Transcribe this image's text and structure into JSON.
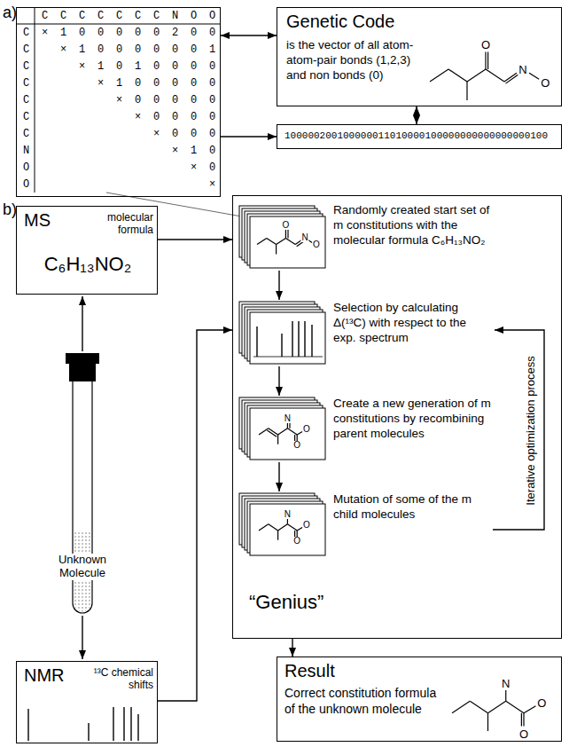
{
  "diagram": {
    "nodes": [
      {
        "text": [
          "C C C C C C C N O O",
          "C C C C C C C N O O",
          "1 0 0 0 0 0 2 0 0",
          "1 0 0 0 0 0 0 1",
          "1 0 1 0 0 0 0",
          "1 0 0 0 0 0",
          "0 0 0 0 0",
          "0 0 0 0",
          "0 0 0",
          "1 0",
          "0",
          "×",
          "×",
          "×",
          "×",
          "×",
          "×",
          "×",
          "×",
          "×",
          "×"
        ]
      },
      {
        "text": [
          "Genetic Code",
          "is the vector of all atom-atom-pair bonds (1,2,3) and non bonds (0)"
        ]
      },
      {
        "text": [
          "100000200100000011010000100000000000000000100"
        ]
      },
      {
        "text": [
          "MS",
          "molecular formula",
          "C₆H₁₃NO₂"
        ]
      },
      {
        "text": [
          "Randomly created start set of m constitutions with the molecular formula C₆H₁₃NO₂",
          "Selection by calculating Δ(¹³C) with respect to the exp. spectrum",
          "Create a new generation of m constitutions by recombining parent molecules",
          "Mutation of some of the m child molecules",
          "Iterative optimization process",
          "“Genius”"
        ]
      },
      {
        "text": [
          "NMR",
          "¹³C chemical shifts"
        ]
      },
      {
        "text": [
          "Result",
          "Correct constitution formula of the unknown molecule"
        ]
      }
    ],
    "edges": [
      {
        "from": 0,
        "to": 1,
        "arrow": "both"
      },
      {
        "from": 1,
        "to": 2,
        "arrow": "both"
      },
      {
        "from": 0,
        "to": 2,
        "arrow": "to"
      },
      {
        "from": 3,
        "to": 4,
        "arrow": "to"
      },
      {
        "from": 5,
        "to": 4,
        "arrow": "to"
      },
      {
        "from": 4,
        "to": 6,
        "arrow": "to"
      }
    ],
    "labels": [
      "a)",
      "O",
      "N",
      "O",
      "b)",
      "O",
      "N",
      "O",
      "Unknown Molecule",
      "N",
      "O",
      "O",
      "N",
      "O",
      "O",
      "N",
      "O",
      "O"
    ]
  }
}
